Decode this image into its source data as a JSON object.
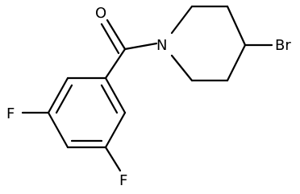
{
  "colors": {
    "background": "#ffffff",
    "bonds": "#000000",
    "labels": "#000000"
  },
  "atoms": {
    "oxygen": "O",
    "nitrogen": "N",
    "bromine": "Br",
    "fluorine_left": "F",
    "fluorine_bottom": "F"
  }
}
